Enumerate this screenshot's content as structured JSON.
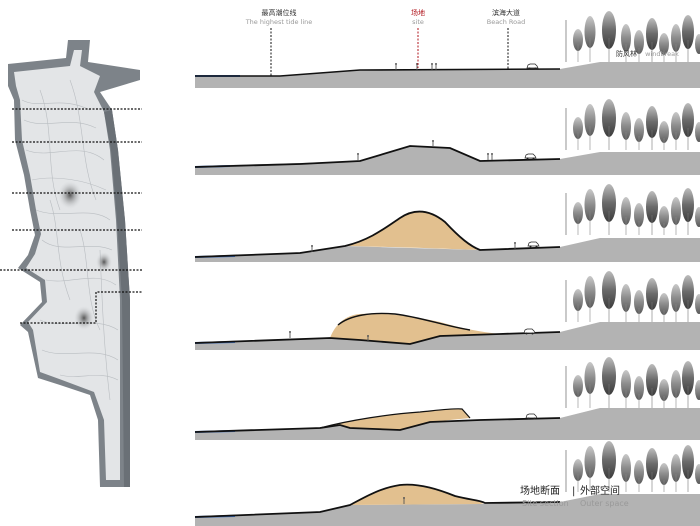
{
  "annotations": {
    "tide_line": {
      "cn": "最高潮位线",
      "en": "The highest tide line"
    },
    "site": {
      "cn": "场地",
      "en": "site"
    },
    "beach_road": {
      "cn": "滨海大道",
      "en": "Beach Road"
    },
    "windbreak": {
      "cn": "防风林",
      "en": "windbreak"
    }
  },
  "legend": {
    "site_section": {
      "cn": "场地断面",
      "en": "Site section"
    },
    "divider": "|",
    "outer_space": {
      "cn": "外部空间",
      "en": "Outer space"
    }
  },
  "colors": {
    "ground": "#b3b3b3",
    "mound": "#e2c08f",
    "water": "#3d6fbf",
    "outline": "#111111",
    "plan_body": "#d9dcdf",
    "plan_border": "#8d9297"
  }
}
